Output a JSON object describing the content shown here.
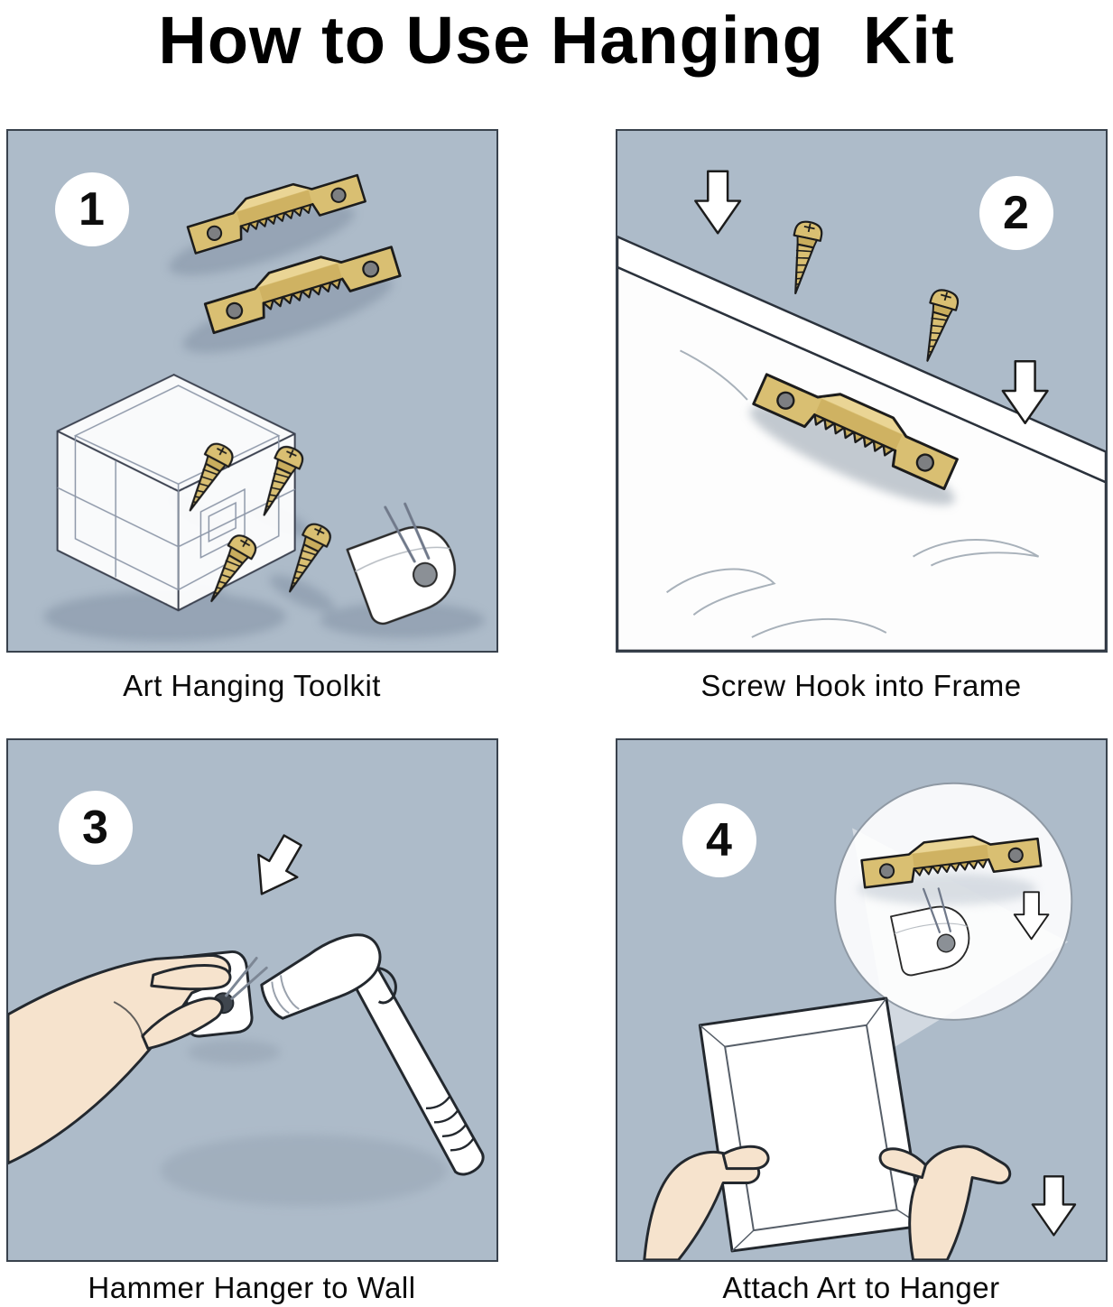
{
  "page": {
    "title": "How to Use Hanging  Kit"
  },
  "steps": [
    {
      "number": "1",
      "caption": "Art Hanging Toolkit"
    },
    {
      "number": "2",
      "caption": "Screw Hook into Frame"
    },
    {
      "number": "3",
      "caption": "Hammer Hanger to Wall"
    },
    {
      "number": "4",
      "caption": "Attach Art to Hanger"
    }
  ],
  "icons": [
    "sawtooth-hanger-icon",
    "screw-icon",
    "storage-box-icon",
    "wall-hook-icon",
    "down-arrow-icon",
    "hammer-icon",
    "hand-icon",
    "frame-board-icon",
    "magnifier-circle-icon",
    "canvas-icon"
  ],
  "colors": {
    "panel_background": "#adbbc9",
    "panel_border": "#39424d",
    "brass": "#d9bf72",
    "brass_shadow": "#c9ad5d",
    "brass_highlight": "#ead595",
    "outline": "#23282e",
    "skin": "#f6e3cd",
    "white": "#ffffff"
  }
}
